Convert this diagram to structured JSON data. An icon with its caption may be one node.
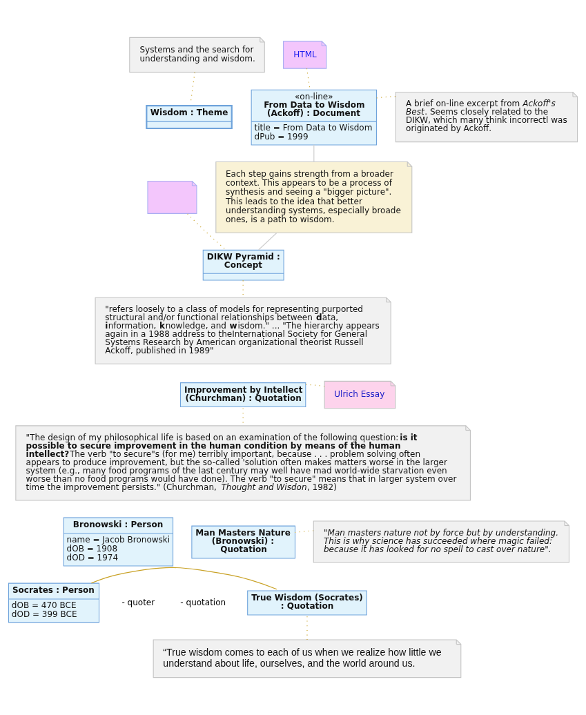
{
  "diagram": {
    "nodes": [
      {
        "text": [
          "Systems and the search for understanding and wisdom."
        ]
      },
      {
        "text": [
          "Wisdom : Theme"
        ]
      },
      {
        "text": [
          "HTML"
        ]
      },
      {
        "text": [
          "«on-line»",
          "From Data to Wisdom (Ackoff) : Document",
          "title = From Data to Wisdom",
          "dPub = 1999"
        ]
      },
      {
        "text": [
          "A brief on-line excerpt from *Ackoff's Best*. Seems closely related to the DIKW, which many think incorrectl was originated by Ackoff."
        ]
      },
      {
        "text": [
          "Each step gains strength from a broader context. This appears to be a process of synthesis and seeing a \"bigger picture\". This leads to the idea that better understanding systems, especially broade ones, is a path to wisdom."
        ]
      },
      {
        "text": [],
        "shape": "note"
      },
      {
        "text": [
          "DIKW Pyramid : Concept"
        ]
      },
      {
        "text": [
          "\"refers loosely to a class of models for representing purported structural and/or functional relationships between **d**ata, **i**nformation, **k**nowledge, and **w**isdom.\" ... \"The hierarchy appears again in a 1988 address to theInternational Society for General Systems Research by American organizational theorist Russell Ackoff, published in 1989\""
        ]
      },
      {
        "text": [
          "Improvement by Intellect (Churchman) : Quotation"
        ]
      },
      {
        "text": [
          "Ulrich Essay"
        ]
      },
      {
        "text": [
          "\"The design of my philosophical life is based on an examination of the following question:**is it possible to secure improvement in the human condition by means of the human intellect?**The verb \"to secure\"s (for me) terribly important, because . . . problem solving often appears to produce improvement, but the so-called 'solution often makes matters worse in the larger system (e.g., many food programs of the last century may well have mad world-wide starvation even worse than no food programs would have done). The verb \"to secure\" means that in larger system over time the improvement persists.\" (Churchman, *Thought and Wisdon*, 1982)"
        ]
      },
      {
        "text": [
          "Bronowski : Person",
          "name = Jacob Bronowski",
          "dOB = 1908",
          "dOD = 1974"
        ]
      },
      {
        "text": [
          "Man Masters Nature (Bronowski) : Quotation"
        ]
      },
      {
        "text": [
          "\"Man masters nature not by force but by understanding. This is why science has succeeded where magic failed: because it has looked for no spell to cast over nature\"."
        ]
      },
      {
        "text": [
          "Socrates : Person",
          "dOB = 470 BCE",
          "dOD = 399 BCE"
        ]
      },
      {
        "text": [
          "True Wisdom (Socrates) : Quotation"
        ]
      },
      {
        "text": [
          "“True wisdom comes to each of us when we realize how little we understand about life, ourselves, and the world around us."
        ]
      }
    ],
    "edges": [
      {
        "from": 0,
        "to": 1,
        "arrow": "none",
        "style": "dashed"
      },
      {
        "from": 2,
        "to": 3,
        "arrow": "none",
        "style": "dashed"
      },
      {
        "from": 3,
        "to": 4,
        "arrow": "none",
        "style": "dashed"
      },
      {
        "from": 3,
        "to": 5,
        "arrow": "none",
        "color": "#cfcfcf"
      },
      {
        "from": 6,
        "to": 7,
        "arrow": "none",
        "style": "dashed"
      },
      {
        "from": 5,
        "to": 7,
        "arrow": "none",
        "color": "#cfcfcf"
      },
      {
        "from": 7,
        "to": 8,
        "arrow": "none",
        "style": "dashed"
      },
      {
        "from": 9,
        "to": 10,
        "arrow": "none",
        "style": "dashed"
      },
      {
        "from": 9,
        "to": 11,
        "arrow": "none",
        "style": "dashed"
      },
      {
        "from": 13,
        "to": 14,
        "arrow": "none",
        "style": "dashed"
      },
      {
        "from": 15,
        "to": 16,
        "arrow": "none"
      },
      {
        "from": 16,
        "to": 17,
        "arrow": "none",
        "style": "dashed"
      }
    ],
    "labels": [
      "- quoter",
      "- quotation"
    ]
  }
}
